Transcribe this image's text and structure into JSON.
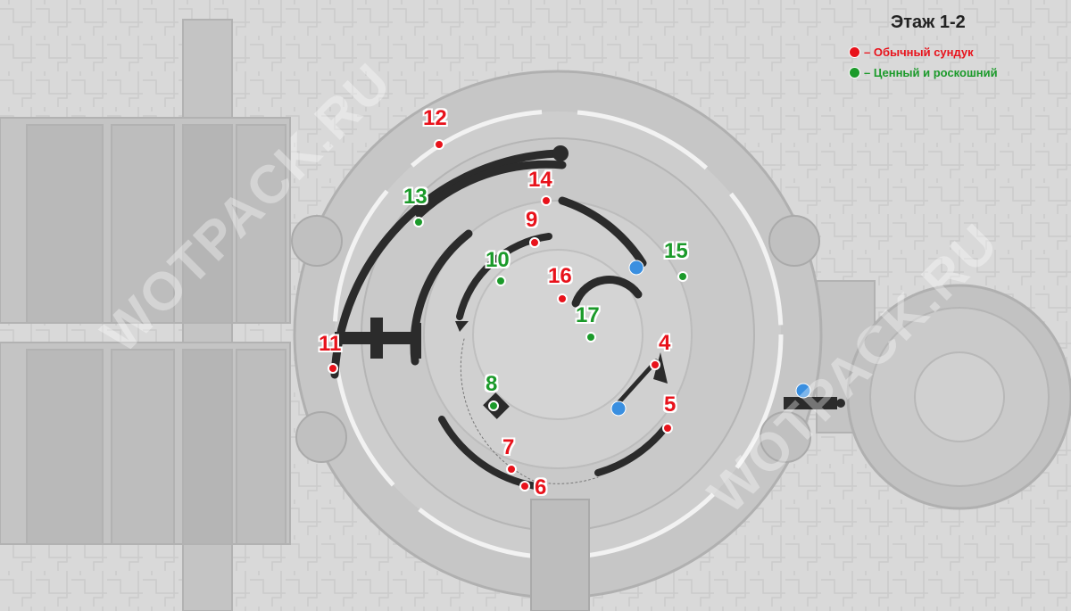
{
  "legend": {
    "title": "Этаж 1-2",
    "items": [
      {
        "label": "– Обычный сундук",
        "color": "#e8121b"
      },
      {
        "label": "– Ценный и роскошний",
        "color": "#1b9a2a"
      }
    ]
  },
  "watermark": "WOTPACK.RU",
  "colors": {
    "common": "#e8121b",
    "valuable": "#1b9a2a",
    "floor": "#cfcfcf",
    "walls": "#2b2b2b"
  },
  "markers": [
    {
      "num": "4",
      "type": "common"
    },
    {
      "num": "5",
      "type": "common"
    },
    {
      "num": "6",
      "type": "common"
    },
    {
      "num": "7",
      "type": "common"
    },
    {
      "num": "8",
      "type": "valuable"
    },
    {
      "num": "9",
      "type": "common"
    },
    {
      "num": "10",
      "type": "valuable"
    },
    {
      "num": "11",
      "type": "common"
    },
    {
      "num": "12",
      "type": "common"
    },
    {
      "num": "13",
      "type": "valuable"
    },
    {
      "num": "14",
      "type": "common"
    },
    {
      "num": "15",
      "type": "valuable"
    },
    {
      "num": "16",
      "type": "common"
    },
    {
      "num": "17",
      "type": "valuable"
    }
  ]
}
